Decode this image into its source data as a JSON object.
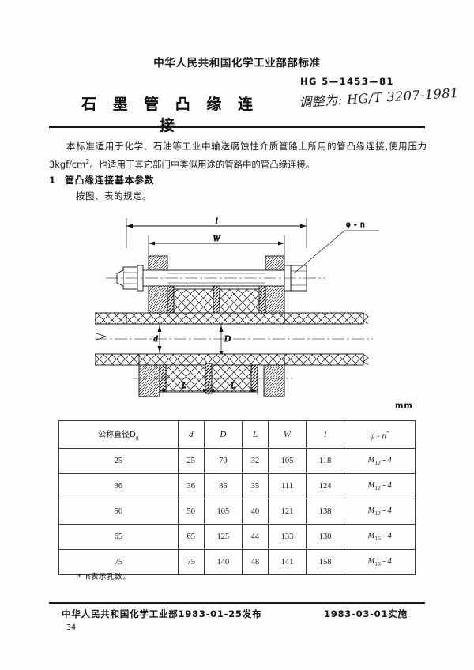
{
  "header": {
    "org": "中华人民共和国化学工业部部标准",
    "standard_no": "HG 5—1453—81",
    "title": "石 墨 管 凸 缘 连 接",
    "handwritten_note": "调整为: HG/T 3207-1981"
  },
  "body": {
    "scope_paragraph": "本标准适用于化学、石油等工业中输送腐蚀性介质管路上所用的管凸缘连接,使用压力3kgf/cm",
    "scope_paragraph_sup": "2",
    "scope_paragraph_tail": "。也适用于其它部门中类似用途的管路中的管凸缘连接。",
    "section_number": "1",
    "section_title": "管凸缘连接基本参数",
    "section_sub": "按图、表的规定。"
  },
  "figure": {
    "label_phi_n": "φ - n",
    "dim_l": "l",
    "dim_w": "W",
    "dim_d_small": "d",
    "dim_d_big": "D",
    "dim_L_left": "L",
    "dim_L_right": "L"
  },
  "table": {
    "unit": "mm",
    "headers": [
      "公称直径D",
      "d",
      "D",
      "L",
      "W",
      "l",
      "φ - n"
    ],
    "header_sub": "g",
    "header_star": "*",
    "rows": [
      {
        "dg": "25",
        "d": "25",
        "D": "70",
        "L": "32",
        "W": "105",
        "l": "118",
        "phin_m": "M",
        "phin_sub": "12",
        "phin_tail": " - 4"
      },
      {
        "dg": "36",
        "d": "36",
        "D": "85",
        "L": "35",
        "W": "111",
        "l": "124",
        "phin_m": "M",
        "phin_sub": "12",
        "phin_tail": " - 4"
      },
      {
        "dg": "50",
        "d": "50",
        "D": "105",
        "L": "40",
        "W": "121",
        "l": "138",
        "phin_m": "M",
        "phin_sub": "12",
        "phin_tail": " - 4"
      },
      {
        "dg": "65",
        "d": "65",
        "D": "125",
        "L": "44",
        "W": "133",
        "l": "130",
        "phin_m": "M",
        "phin_sub": "16",
        "phin_tail": " - 4"
      },
      {
        "dg": "75",
        "d": "75",
        "D": "140",
        "L": "48",
        "W": "141",
        "l": "158",
        "phin_m": "M",
        "phin_sub": "16",
        "phin_tail": " - 4"
      }
    ],
    "note_star": "*",
    "note_text": "n表示孔数。"
  },
  "footer": {
    "issuer": "中华人民共和国化学工业部1983-01-25发布",
    "effective": "1983-03-01实施",
    "page_number": "34"
  }
}
